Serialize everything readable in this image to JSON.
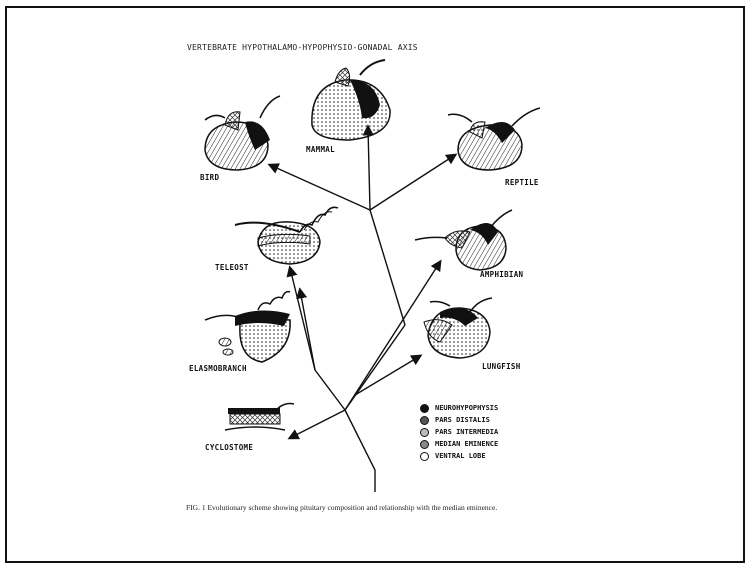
{
  "figure": {
    "title": "VERTEBRATE HYPOTHALAMO-HYPOPHYSIO-GONADAL AXIS",
    "taxa": {
      "mammal": "MAMMAL",
      "bird": "BIRD",
      "reptile": "REPTILE",
      "teleost": "TELEOST",
      "amphibian": "AMPHIBIAN",
      "elasmobranch": "ELASMOBRANCH",
      "lungfish": "LUNGFISH",
      "cyclostome": "CYCLOSTOME"
    },
    "legend": [
      {
        "label": "NEUROHYPOPHYSIS",
        "fill": "#111111"
      },
      {
        "label": "PARS DISTALIS",
        "fill": "#555555"
      },
      {
        "label": "PARS INTERMEDIA",
        "fill": "#bbbbbb"
      },
      {
        "label": "MEDIAN EMINENCE",
        "fill": "#888888"
      },
      {
        "label": "VENTRAL LOBE",
        "fill": "#ffffff"
      }
    ],
    "caption": "FIG. 1  Evolutionary scheme showing pituitary composition and relationship with the median eminence."
  }
}
